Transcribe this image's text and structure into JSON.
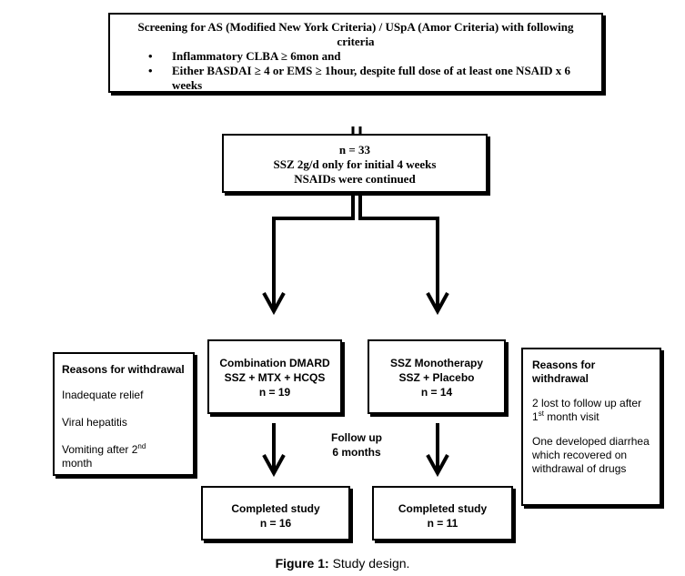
{
  "screening": {
    "title": "Screening for AS (Modified New York Criteria) / USpA (Amor Criteria) with following criteria",
    "bullet1": "Inflammatory CLBA ≥ 6mon and",
    "bullet2": "Either BASDAI  ≥ 4 or EMS  ≥ 1hour, despite full dose of at least one NSAID x 6 weeks"
  },
  "initial": {
    "n": "n = 33",
    "line2": "SSZ 2g/d only for initial 4 weeks",
    "line3": "NSAIDs were continued"
  },
  "combination": {
    "title": "Combination DMARD",
    "regimen": "SSZ + MTX + HCQS",
    "n": "n = 19"
  },
  "monotherapy": {
    "title": "SSZ Monotherapy",
    "regimen": "SSZ + Placebo",
    "n": "n = 14"
  },
  "withdrawal_left": {
    "title": "Reasons for withdrawal",
    "item1": "Inadequate relief",
    "item2": "Viral hepatitis",
    "item3_pre": "Vomiting after 2",
    "item3_sup": "nd",
    "item3_post": "month"
  },
  "withdrawal_right": {
    "title": "Reasons for withdrawal",
    "item1_pre": "2 lost to follow up after",
    "item1_sup": "st",
    "item1_num": "1",
    "item1_post": "month visit",
    "item2": "One developed diarrhea which recovered on withdrawal of drugs"
  },
  "followup": {
    "line1": "Follow up",
    "line2": "6 months"
  },
  "completed_left": {
    "title": "Completed study",
    "n": "n = 16"
  },
  "completed_right": {
    "title": "Completed study",
    "n": "n = 11"
  },
  "caption": {
    "label": "Figure 1:",
    "text": "Study design."
  }
}
